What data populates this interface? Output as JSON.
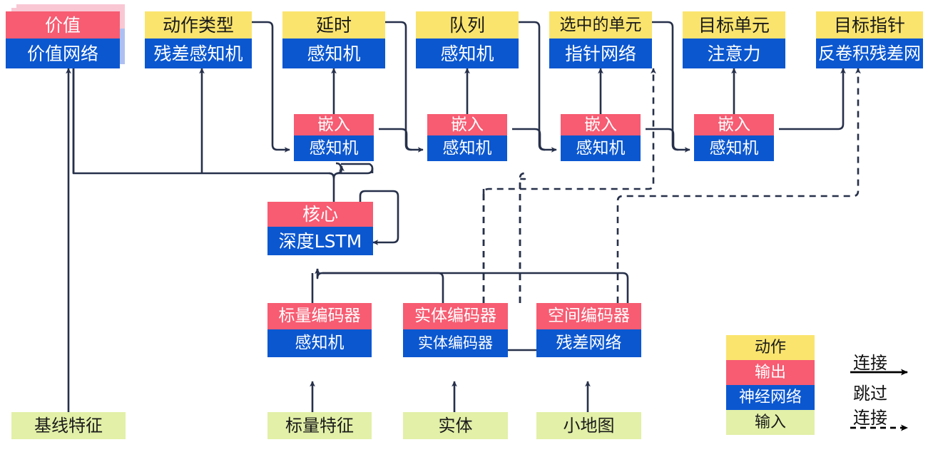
{
  "diagram": {
    "title": "AlphaStar-style network architecture diagram",
    "colors": {
      "action": "#FAE46E",
      "output": "#F75C72",
      "network": "#0B57D0",
      "input": "#E2F0A8",
      "wire": "#26304A"
    },
    "nodes": {
      "value": {
        "top": "价值",
        "bottom": "价值网络"
      },
      "action_type": {
        "top": "动作类型",
        "bottom": "残差感知机"
      },
      "delay": {
        "top": "延时",
        "bottom": "感知机"
      },
      "queued": {
        "top": "队列",
        "bottom": "感知机"
      },
      "selected": {
        "top": "选中的单元",
        "bottom": "指针网络"
      },
      "target_unit": {
        "top": "目标单元",
        "bottom": "注意力"
      },
      "target_point": {
        "top": "目标指针",
        "bottom": "反卷积残差网"
      },
      "embed1": {
        "top": "嵌入",
        "bottom": "感知机"
      },
      "embed2": {
        "top": "嵌入",
        "bottom": "感知机"
      },
      "embed3": {
        "top": "嵌入",
        "bottom": "感知机"
      },
      "embed4": {
        "top": "嵌入",
        "bottom": "感知机"
      },
      "core": {
        "top": "核心",
        "bottom": "深度LSTM"
      },
      "scalar_enc": {
        "top": "标量编码器",
        "bottom": "感知机"
      },
      "entity_enc": {
        "top": "实体编码器",
        "bottom": "实体编码器"
      },
      "spatial_enc": {
        "top": "空间编码器",
        "bottom": "残差网络"
      },
      "baseline_in": {
        "label": "基线特征"
      },
      "scalar_in": {
        "label": "标量特征"
      },
      "entity_in": {
        "label": "实体"
      },
      "minimap_in": {
        "label": "小地图"
      }
    },
    "legend": {
      "action": "动作",
      "output": "输出",
      "network": "神经网络",
      "input": "输入",
      "connection": "连接",
      "skip_line1": "跳过",
      "skip_line2": "连接"
    }
  }
}
